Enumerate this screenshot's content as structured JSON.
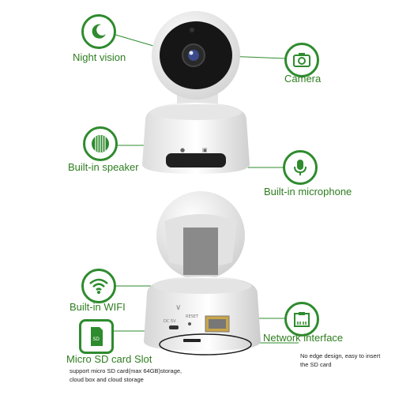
{
  "features": {
    "night_vision": {
      "label": "Night vision",
      "icon": "moon-icon"
    },
    "camera": {
      "label": "Camera",
      "icon": "camera-icon"
    },
    "speaker": {
      "label": "Built-in speaker",
      "icon": "speaker-grille-icon"
    },
    "microphone": {
      "label": "Built-in microphone",
      "icon": "microphone-icon"
    },
    "wifi": {
      "label": "Built-in WIFI",
      "icon": "wifi-icon"
    },
    "network": {
      "label": "Network interface",
      "icon": "ethernet-port-icon"
    },
    "sd_card": {
      "label": "Micro SD card Slot",
      "icon": "sd-card-icon",
      "note_line1": "support micro SD card(max 64GB)storage,",
      "note_line2": "cloud box and cloud storage"
    },
    "edge_note": {
      "line1": "No edge design, easy to insert",
      "line2": "the SD card"
    }
  },
  "camera_markings": {
    "dc_port": "DC 5V",
    "reset": "RESET"
  },
  "colors": {
    "accent_green": "#2e8b2e",
    "label_green": "#2e7d1f",
    "device_white": "#f2f2f2",
    "lens_black": "#111111"
  }
}
